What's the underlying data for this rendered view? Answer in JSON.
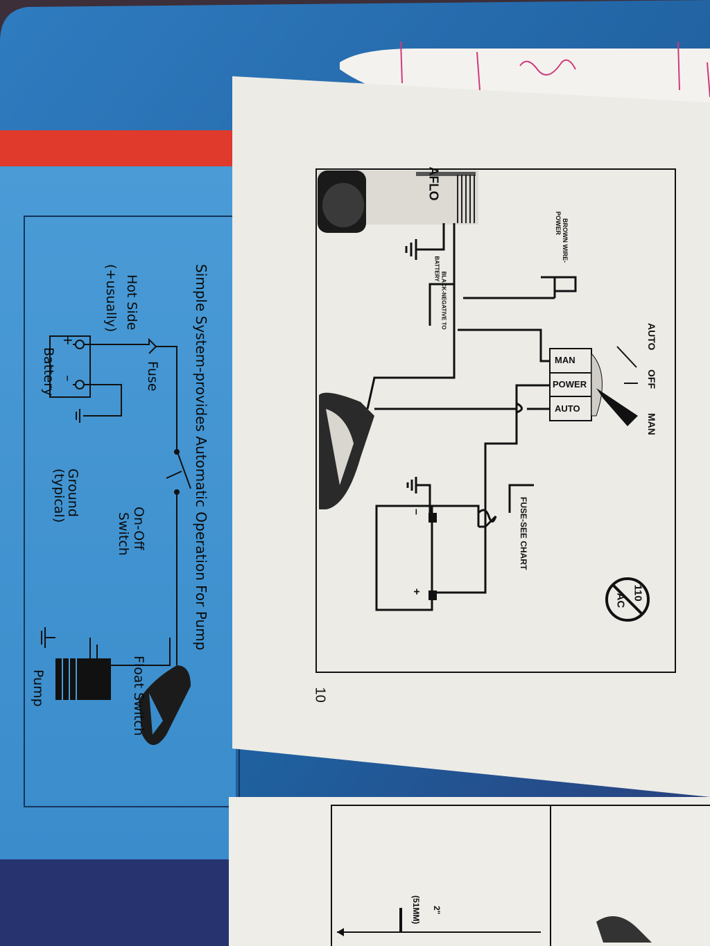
{
  "blue_sheet": {
    "title": "Simple System-provides Automatic Operation For Pump",
    "labels": {
      "hot_side": "Hot Side",
      "hot_side_note": "(+usually)",
      "battery": "Battery",
      "fuse": "Fuse",
      "ground": "Ground",
      "ground_note": "(typical)",
      "on_off_1": "On-Off",
      "on_off_2": "Switch",
      "float_1": "Float Switch",
      "pump": "Pump",
      "plus": "+",
      "minus": "–"
    }
  },
  "white_sheet": {
    "page_number": "10",
    "brand_fragment": "AFLO",
    "brown_wire": "BROWN WIRE-",
    "brown_wire_2": "POWER",
    "black_wire": "BLACK-NEGATIVE TO",
    "black_wire_2": "BATTERY",
    "switch_positions": [
      "AUTO",
      "OFF",
      "MAN"
    ],
    "terminals": [
      "MAN",
      "POWER",
      "AUTO"
    ],
    "fuse_label": "FUSE-SEE CHART",
    "no_ac_1": "110",
    "no_ac_2": "AC",
    "battery_plus": "+",
    "battery_minus": "–"
  },
  "bottom_sheet": {
    "dimension_1": "2\"",
    "dimension_2": "(51MM)"
  },
  "colors": {
    "blue_background": "#1f5f9e",
    "red_stripe": "#e03a2c",
    "paper": "#ecebe6",
    "ink": "#111111"
  }
}
